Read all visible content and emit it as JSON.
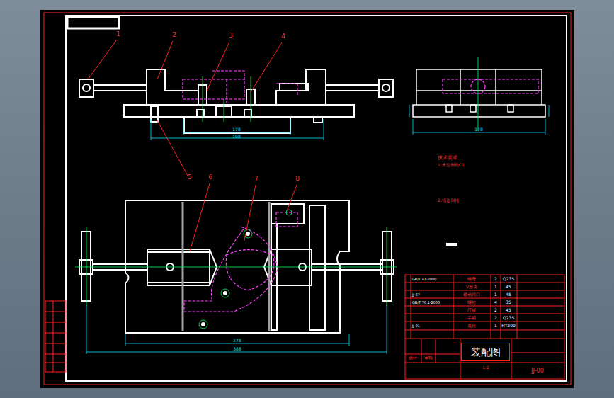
{
  "diagram": {
    "nodes": [
      {
        "text": [
          "装配图"
        ]
      }
    ],
    "labels": [
      "1",
      "2",
      "3",
      "4",
      "5",
      "6",
      "7",
      "8",
      "178",
      "198",
      "178",
      "278",
      "388",
      "技术要求",
      "1.未注倒角C1",
      "2.锐边倒钝",
      "GB/T 41-2000",
      "螺母",
      "2",
      "Q235",
      "V形块",
      "1",
      "45",
      "JJ-07",
      "移动钳口",
      "1",
      "45",
      "GB/T 70.1-2000",
      "螺钉",
      "4",
      "35",
      "压板",
      "2",
      "45",
      "手柄",
      "2",
      "Q235",
      "JJ-01",
      "底座",
      "1",
      "HT200",
      "设计",
      "审核",
      "1:2",
      "JJ-00"
    ]
  }
}
